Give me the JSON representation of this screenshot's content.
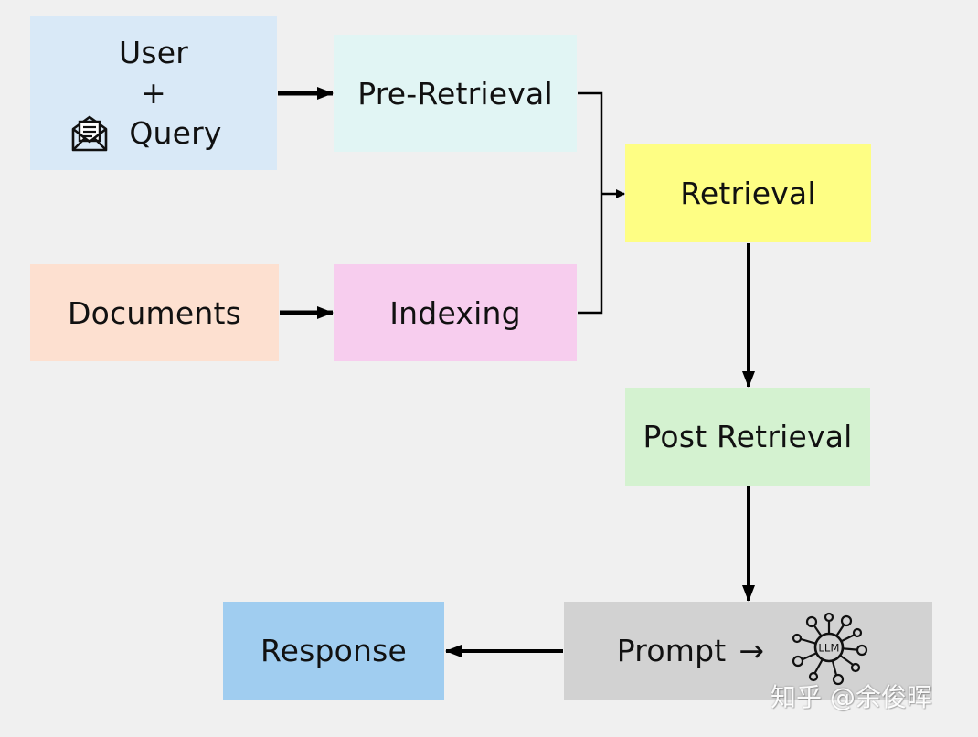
{
  "nodes": {
    "user_query": {
      "line1": "User",
      "line2": "+",
      "line3": "Query",
      "icon": "mail-document-icon"
    },
    "pre_retrieval": {
      "label": "Pre-Retrieval"
    },
    "retrieval": {
      "label": "Retrieval"
    },
    "documents": {
      "label": "Documents"
    },
    "indexing": {
      "label": "Indexing"
    },
    "post_retrieval": {
      "label": "Post Retrieval"
    },
    "prompt": {
      "label": "Prompt",
      "arrow": "→",
      "icon": "llm-network-icon",
      "icon_text": "LLM"
    },
    "response": {
      "label": "Response"
    }
  },
  "colors": {
    "user_query": "#d9e9f7",
    "pre_retrieval": "#e1f5f4",
    "retrieval": "#fefe84",
    "documents": "#fde0d0",
    "indexing": "#f7cdee",
    "post_retrieval": "#d4f2d0",
    "prompt": "#d2d2d2",
    "response": "#a0cdf0",
    "background": "#f0f0f0"
  },
  "edges": [
    {
      "from": "User + Query",
      "to": "Pre-Retrieval"
    },
    {
      "from": "Documents",
      "to": "Indexing"
    },
    {
      "from": "Pre-Retrieval",
      "to": "Retrieval"
    },
    {
      "from": "Indexing",
      "to": "Retrieval"
    },
    {
      "from": "Retrieval",
      "to": "Post Retrieval"
    },
    {
      "from": "Post Retrieval",
      "to": "Prompt"
    },
    {
      "from": "Prompt",
      "to": "Response"
    }
  ],
  "watermark": "知乎 @余俊晖"
}
